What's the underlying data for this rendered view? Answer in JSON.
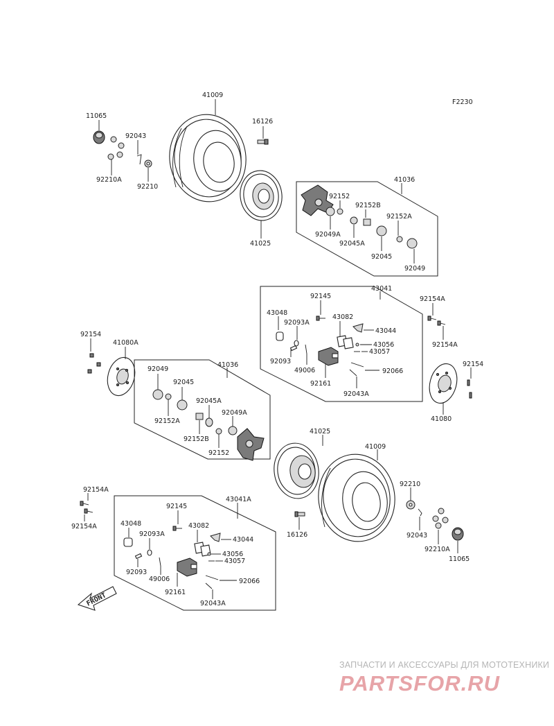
{
  "diagram_code": "F2230",
  "front_marker": "FRONT",
  "watermark": {
    "tagline": "ЗАПЧАСТИ И АКСЕССУАРЫ ДЛЯ МОТОТЕХНИКИ",
    "logo": "PARTSFOR.RU"
  },
  "labels": {
    "l41009_top": "41009",
    "l11065_top": "11065",
    "l92043_top": "92043",
    "l92210A_top": "92210A",
    "l92210_top": "92210",
    "l16126_top": "16126",
    "l41025_top": "41025",
    "l41036_top": "41036",
    "l92152_top": "92152",
    "l92152B_top": "92152B",
    "l92049A_top": "92049A",
    "l92152A_top": "92152A",
    "l92045A_top": "92045A",
    "l92045_top": "92045",
    "l92049_top": "92049",
    "l92145_r": "92145",
    "l43041_r": "43041",
    "l92154A_r1": "92154A",
    "l43048_r": "43048",
    "l92093A_r": "92093A",
    "l43082_r": "43082",
    "l43044_r": "43044",
    "l43056_r": "43056",
    "l43057_r": "43057",
    "l92093_r": "92093",
    "l49006_r": "49006",
    "l92161_r": "92161",
    "l92066_r": "92066",
    "l92043A_r": "92043A",
    "l92154A_r2": "92154A",
    "l92154_r": "92154",
    "l41080_r": "41080",
    "l92154_l": "92154",
    "l41080A_l": "41080A",
    "l92049_l": "92049",
    "l41036_l": "41036",
    "l92045_l": "92045",
    "l92045A_l": "92045A",
    "l92049A_l": "92049A",
    "l92152A_l": "92152A",
    "l92152B_l": "92152B",
    "l92152_l": "92152",
    "l41025_b": "41025",
    "l41009_b": "41009",
    "l92210_b": "92210",
    "l92043_b": "92043",
    "l92210A_b": "92210A",
    "l11065_b": "11065",
    "l16126_b": "16126",
    "l92154A_bl1": "92154A",
    "l92154A_bl2": "92154A",
    "l92145_bl": "92145",
    "l43041A_bl": "43041A",
    "l43048_bl": "43048",
    "l92093A_bl": "92093A",
    "l43082_bl": "43082",
    "l43044_bl": "43044",
    "l43056_bl": "43056",
    "l43057_bl": "43057",
    "l92093_bl": "92093",
    "l49006_bl": "49006",
    "l92161_bl": "92161",
    "l92066_bl": "92066",
    "l92043A_bl": "92043A"
  }
}
